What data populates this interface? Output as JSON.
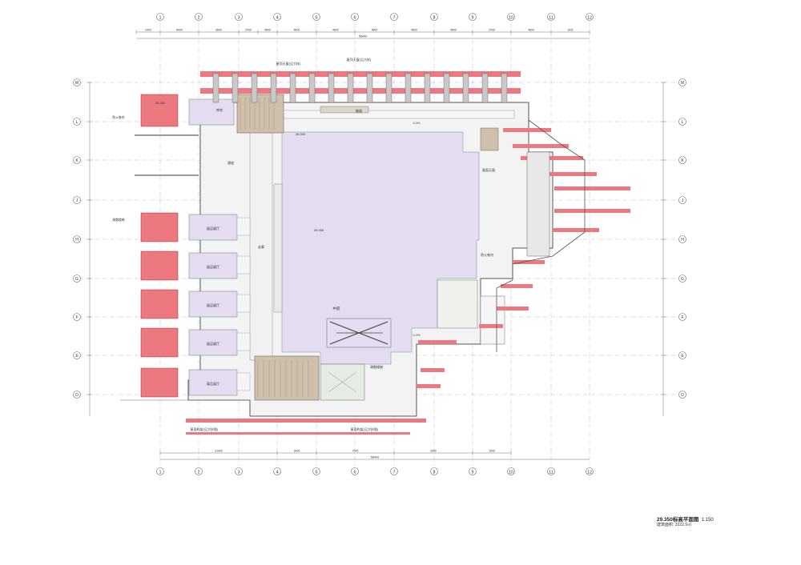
{
  "grid": {
    "columns": [
      "1",
      "2",
      "3",
      "4",
      "5",
      "6",
      "7",
      "8",
      "9",
      "10",
      "11",
      "12"
    ],
    "rows": [
      "M",
      "L",
      "K",
      "J",
      "H",
      "G",
      "F",
      "E",
      "D"
    ]
  },
  "dimensions": {
    "top_outer": [
      "2400",
      "8400",
      "3600",
      "2400",
      "4800",
      "4800",
      "4800",
      "4800",
      "4800",
      "4800",
      "2400",
      "4800",
      "1631"
    ],
    "top_total": "58400",
    "bottom_outer": [
      "21000",
      "3000",
      "7575",
      "3000",
      "1500"
    ],
    "bottom_total": "58400"
  },
  "rooms": {
    "storage": "库房",
    "exhibition": [
      "展品展厅",
      "展品展厅",
      "展品展厅",
      "展品展厅",
      "展品展厅"
    ],
    "hall": "展厅",
    "corridor": "走廊",
    "atrium": "中庭",
    "passage": "通道"
  },
  "annotations": {
    "roof_north": "屋顶天窗(见大样)",
    "ramp": "坡道",
    "elev_main": "26.350",
    "slope": "0.3%",
    "skylight_note": "屋面天窗",
    "note_fire": "防火卷帘",
    "note_stair": "疏散楼梯",
    "note_bottom_left": "屋面构架(见大样图)",
    "note_bottom_right": "屋面构架(见大样图)"
  },
  "title_block": {
    "title": "29.350标高平面图",
    "scale": "1:150",
    "area_label": "建筑面积:",
    "area": "3222.9㎡"
  },
  "colors": {
    "pink": "#ec7880",
    "lavender": "#e4ddf2",
    "tan": "#cfc0ac",
    "grid": "#aaaaaa",
    "wall": "#555555"
  }
}
